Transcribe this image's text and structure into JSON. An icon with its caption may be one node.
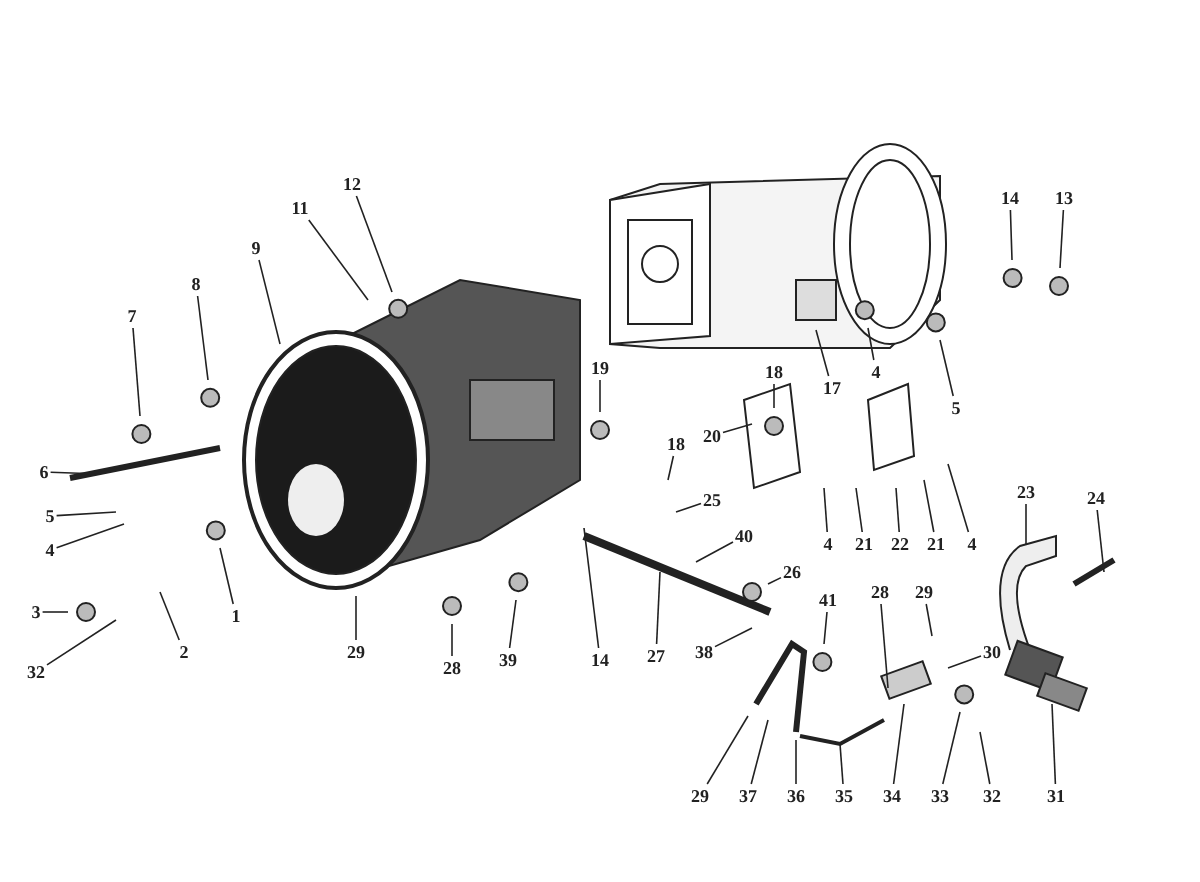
{
  "diagram": {
    "nodes": [
      {
        "text": [
          "12"
        ]
      },
      {
        "text": [
          "11"
        ]
      },
      {
        "text": [
          "14"
        ]
      },
      {
        "text": [
          "13"
        ]
      },
      {
        "text": [
          "9"
        ]
      },
      {
        "text": [
          "8"
        ]
      },
      {
        "text": [
          "7"
        ]
      },
      {
        "text": [
          "19"
        ]
      },
      {
        "text": [
          "18"
        ]
      },
      {
        "text": [
          "4"
        ]
      },
      {
        "text": [
          "17"
        ]
      },
      {
        "text": [
          "5"
        ]
      },
      {
        "text": [
          "20"
        ]
      },
      {
        "text": [
          "18"
        ]
      },
      {
        "text": [
          "6"
        ]
      },
      {
        "text": [
          "23"
        ]
      },
      {
        "text": [
          "24"
        ]
      },
      {
        "text": [
          "25"
        ]
      },
      {
        "text": [
          "5"
        ]
      },
      {
        "text": [
          "40"
        ]
      },
      {
        "text": [
          "4"
        ]
      },
      {
        "text": [
          "21"
        ]
      },
      {
        "text": [
          "22"
        ]
      },
      {
        "text": [
          "21"
        ]
      },
      {
        "text": [
          "4"
        ]
      },
      {
        "text": [
          "4"
        ]
      },
      {
        "text": [
          "26"
        ]
      },
      {
        "text": [
          "3"
        ]
      },
      {
        "text": [
          "41"
        ]
      },
      {
        "text": [
          "1"
        ]
      },
      {
        "text": [
          "29"
        ]
      },
      {
        "text": [
          "28"
        ]
      },
      {
        "text": [
          "32"
        ]
      },
      {
        "text": [
          "2"
        ]
      },
      {
        "text": [
          "29"
        ]
      },
      {
        "text": [
          "30"
        ]
      },
      {
        "text": [
          "38"
        ]
      },
      {
        "text": [
          "14"
        ]
      },
      {
        "text": [
          "27"
        ]
      },
      {
        "text": [
          "28"
        ]
      },
      {
        "text": [
          "39"
        ]
      },
      {
        "text": [
          "29"
        ]
      },
      {
        "text": [
          "37"
        ]
      },
      {
        "text": [
          "36"
        ]
      },
      {
        "text": [
          "35"
        ]
      },
      {
        "text": [
          "34"
        ]
      },
      {
        "text": [
          "33"
        ]
      },
      {
        "text": [
          "32"
        ]
      },
      {
        "text": [
          "31"
        ]
      }
    ],
    "edges": [
      {
        "from": 0,
        "to": null,
        "arrow": "none"
      },
      {
        "from": 1,
        "to": null,
        "arrow": "none"
      },
      {
        "from": 2,
        "to": null,
        "arrow": "none"
      },
      {
        "from": 3,
        "to": null,
        "arrow": "none"
      },
      {
        "from": 4,
        "to": null,
        "arrow": "none"
      },
      {
        "from": 5,
        "to": null,
        "arrow": "none"
      },
      {
        "from": 6,
        "to": null,
        "arrow": "none"
      },
      {
        "from": 7,
        "to": null,
        "arrow": "none"
      },
      {
        "from": 8,
        "to": null,
        "arrow": "none"
      },
      {
        "from": 9,
        "to": null,
        "arrow": "none"
      },
      {
        "from": 10,
        "to": null,
        "arrow": "none"
      },
      {
        "from": 11,
        "to": null,
        "arrow": "none"
      },
      {
        "from": 12,
        "to": null,
        "arrow": "none"
      },
      {
        "from": 13,
        "to": null,
        "arrow": "none"
      },
      {
        "from": 14,
        "to": null,
        "arrow": "none"
      },
      {
        "from": 15,
        "to": null,
        "arrow": "none"
      },
      {
        "from": 16,
        "to": null,
        "arrow": "none"
      },
      {
        "from": 17,
        "to": null,
        "arrow": "none"
      },
      {
        "from": 18,
        "to": null,
        "arrow": "none"
      },
      {
        "from": 19,
        "to": null,
        "arrow": "none"
      },
      {
        "from": 20,
        "to": null,
        "arrow": "none"
      },
      {
        "from": 21,
        "to": null,
        "arrow": "none"
      },
      {
        "from": 22,
        "to": null,
        "arrow": "none"
      },
      {
        "from": 23,
        "to": null,
        "arrow": "none"
      },
      {
        "from": 24,
        "to": null,
        "arrow": "none"
      },
      {
        "from": 25,
        "to": null,
        "arrow": "none"
      },
      {
        "from": 26,
        "to": null,
        "arrow": "none"
      },
      {
        "from": 27,
        "to": null,
        "arrow": "none"
      },
      {
        "from": 28,
        "to": null,
        "arrow": "none"
      },
      {
        "from": 29,
        "to": null,
        "arrow": "none"
      },
      {
        "from": 30,
        "to": null,
        "arrow": "none"
      },
      {
        "from": 31,
        "to": null,
        "arrow": "none"
      },
      {
        "from": 32,
        "to": null,
        "arrow": "none"
      },
      {
        "from": 33,
        "to": null,
        "arrow": "none"
      },
      {
        "from": 34,
        "to": null,
        "arrow": "none"
      },
      {
        "from": 35,
        "to": null,
        "arrow": "none"
      },
      {
        "from": 36,
        "to": null,
        "arrow": "none"
      },
      {
        "from": 37,
        "to": null,
        "arrow": "none"
      },
      {
        "from": 38,
        "to": null,
        "arrow": "none"
      },
      {
        "from": 39,
        "to": null,
        "arrow": "none"
      },
      {
        "from": 40,
        "to": null,
        "arrow": "none"
      },
      {
        "from": 41,
        "to": null,
        "arrow": "none"
      },
      {
        "from": 42,
        "to": null,
        "arrow": "none"
      },
      {
        "from": 43,
        "to": null,
        "arrow": "none"
      },
      {
        "from": 44,
        "to": null,
        "arrow": "none"
      },
      {
        "from": 45,
        "to": null,
        "arrow": "none"
      },
      {
        "from": 46,
        "to": null,
        "arrow": "none"
      },
      {
        "from": 47,
        "to": null,
        "arrow": "none"
      },
      {
        "from": 48,
        "to": null,
        "arrow": "none"
      }
    ]
  }
}
